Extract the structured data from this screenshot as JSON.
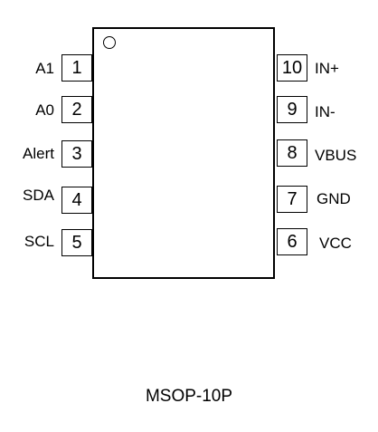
{
  "package": "MSOP-10P",
  "left_pins": [
    {
      "number": "1",
      "name": "A1"
    },
    {
      "number": "2",
      "name": "A0"
    },
    {
      "number": "3",
      "name": "Alert"
    },
    {
      "number": "4",
      "name": "SDA"
    },
    {
      "number": "5",
      "name": "SCL"
    }
  ],
  "right_pins": [
    {
      "number": "10",
      "name": "IN+"
    },
    {
      "number": "9",
      "name": "IN-"
    },
    {
      "number": "8",
      "name": "VBUS"
    },
    {
      "number": "7",
      "name": "GND"
    },
    {
      "number": "6",
      "name": "VCC"
    }
  ]
}
